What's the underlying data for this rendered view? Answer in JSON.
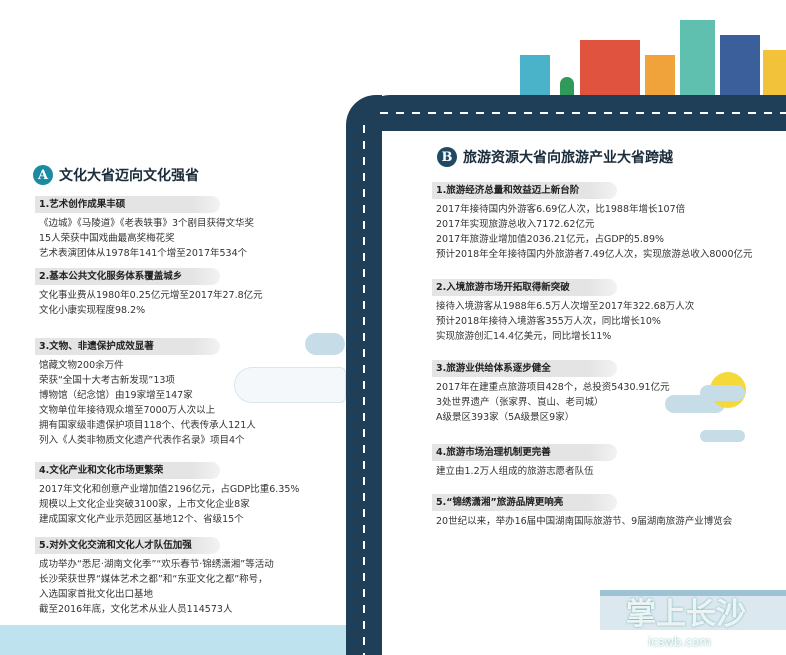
{
  "sectionA": {
    "badge": "A",
    "title": "文化大省迈向文化强省",
    "color": "#1b8aa3",
    "items": [
      {
        "head": "1.艺术创作成果丰硕",
        "lines": [
          "《边城》《马陵道》《老表轶事》3个剧目获得文华奖",
          "15人荣获中国戏曲最高奖梅花奖",
          "艺术表演团体从1978年141个增至2017年534个"
        ]
      },
      {
        "head": "2.基本公共文化服务体系覆盖城乡",
        "lines": [
          "文化事业费从1980年0.25亿元增至2017年27.8亿元",
          "文化小康实现程度98.2%"
        ]
      },
      {
        "head": "3.文物、非遗保护成效显著",
        "lines": [
          "馆藏文物200余万件",
          "荣获“全国十大考古新发现”13项",
          "博物馆（纪念馆）由19家增至147家",
          "文物单位年接待观众增至7000万人次以上",
          "拥有国家级非遗保护项目118个、代表传承人121人",
          "列入《人类非物质文化遗产代表作名录》项目4个"
        ]
      },
      {
        "head": "4.文化产业和文化市场更繁荣",
        "lines": [
          "2017年文化和创意产业增加值2196亿元，占GDP比重6.35%",
          "规模以上文化企业突破3100家，上市文化企业8家",
          "建成国家文化产业示范园区基地12个、省级15个"
        ]
      },
      {
        "head": "5.对外文化交流和文化人才队伍加强",
        "lines": [
          "成功举办“悉尼·湖南文化季”“欢乐春节·锦绣潇湘”等活动",
          "长沙荣获世界“媒体艺术之都”和“东亚文化之都”称号，",
          "入选国家首批文化出口基地",
          "截至2016年底，文化艺术从业人员114573人"
        ]
      }
    ]
  },
  "sectionB": {
    "badge": "B",
    "title": "旅游资源大省向旅游产业大省跨越",
    "color": "#1e4a66",
    "items": [
      {
        "head": "1.旅游经济总量和效益迈上新台阶",
        "lines": [
          "2017年接待国内外游客6.69亿人次，比1988年增长107倍",
          "2017年实现旅游总收入7172.62亿元",
          "2017年旅游业增加值2036.21亿元，占GDP的5.89%",
          "预计2018年全年接待国内外旅游者7.49亿人次，实现旅游总收入8000亿元"
        ]
      },
      {
        "head": "2.入境旅游市场开拓取得新突破",
        "lines": [
          "接待入境游客从1988年6.5万人次增至2017年322.68万人次",
          "预计2018年接待入境游客355万人次，同比增长10%",
          "实现旅游创汇14.4亿美元，同比增长11%"
        ]
      },
      {
        "head": "3.旅游业供给体系逐步健全",
        "lines": [
          "2017年在建重点旅游项目428个，总投资5430.91亿元",
          "3处世界遗产（张家界、崀山、老司城）",
          "A级景区393家（5A级景区9家）"
        ]
      },
      {
        "head": "4.旅游市场治理机制更完善",
        "lines": [
          "建立由1.2万人组成的旅游志愿者队伍"
        ]
      },
      {
        "head": "5.“锦绣潇湘”旅游品牌更响亮",
        "lines": [
          "20世纪以来，举办16届中国湖南国际旅游节、9届湖南旅游产业博览会"
        ]
      }
    ]
  },
  "watermark": {
    "text": "掌上长沙",
    "url": "icswb.com"
  }
}
